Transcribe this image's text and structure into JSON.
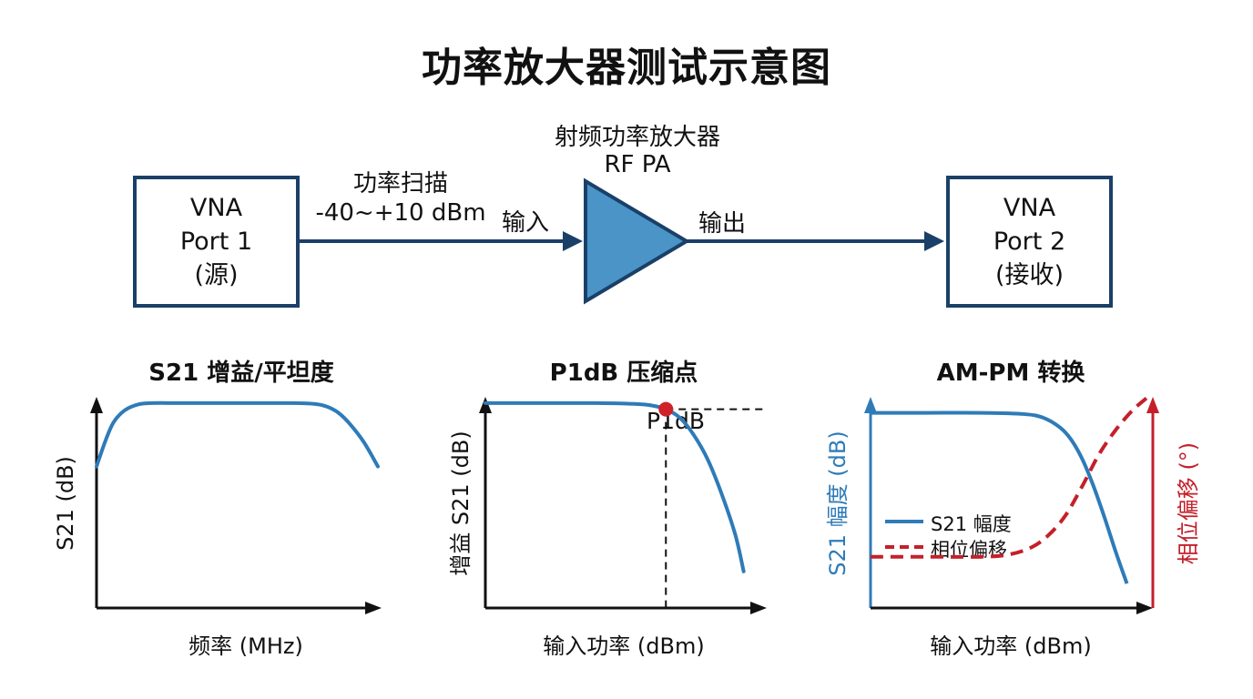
{
  "title": "功率放大器测试示意图",
  "colors": {
    "block_border": "#1a4068",
    "pa_fill": "#4a94c8",
    "curve_blue": "#2e7bb8",
    "phase_red": "#c4202a",
    "marker_red": "#d0202a",
    "axis": "#111111"
  },
  "diagram": {
    "source_block": {
      "line1": "VNA",
      "line2": "Port 1",
      "line3": "(源)"
    },
    "sweep_label": {
      "line1": "功率扫描",
      "line2": "-40~+10 dBm"
    },
    "input_label": "输入",
    "amplifier": {
      "line1": "射频功率放大器",
      "line2": "RF PA"
    },
    "output_label": "输出",
    "receiver_block": {
      "line1": "VNA",
      "line2": "Port 2",
      "line3": "(接收)"
    }
  },
  "chart_data": [
    {
      "type": "line",
      "title": "S21 增益/平坦度",
      "xlabel": "频率 (MHz)",
      "ylabel": "S21 (dB)",
      "xlim": [
        0,
        100
      ],
      "ylim": [
        0,
        100
      ],
      "grid": false,
      "series": [
        {
          "name": "S21",
          "x": [
            0,
            3,
            6,
            10,
            15,
            20,
            30,
            50,
            70,
            78,
            82,
            86,
            90,
            95,
            100
          ],
          "y": [
            58,
            68,
            76,
            81,
            83.5,
            84,
            84,
            84,
            84,
            83.6,
            82.5,
            80,
            75.5,
            68,
            58
          ]
        }
      ]
    },
    {
      "type": "line",
      "title": "P1dB 压缩点",
      "xlabel": "输入功率 (dBm)",
      "ylabel": "增益 S21 (dB)",
      "xlim": [
        0,
        100
      ],
      "ylim": [
        0,
        100
      ],
      "grid": false,
      "annotation": {
        "label": "P1dB",
        "x": 65,
        "y": 81.5
      },
      "series": [
        {
          "name": "增益 S21",
          "x": [
            0,
            20,
            40,
            55,
            60,
            65,
            70,
            75,
            80,
            85,
            90,
            93
          ],
          "y": [
            84,
            84,
            84,
            83.6,
            83,
            81.5,
            78,
            71,
            61,
            47,
            30,
            15
          ]
        }
      ]
    },
    {
      "type": "line",
      "title": "AM-PM 转换",
      "xlabel": "输入功率 (dBm)",
      "ylabel": "S21 幅度 (dB)",
      "ylabel_right": "相位偏移 (°)",
      "xlim": [
        0,
        100
      ],
      "ylim": [
        0,
        100
      ],
      "grid": false,
      "legend": "center-left",
      "series": [
        {
          "name": "S21 幅度",
          "style": "solid",
          "x": [
            0,
            20,
            40,
            55,
            62,
            68,
            72,
            76,
            80,
            84,
            88,
            92
          ],
          "y": [
            80,
            80,
            80,
            79.5,
            78,
            74,
            69,
            61,
            50,
            37,
            23,
            10
          ]
        },
        {
          "name": "相位偏移",
          "style": "dashed",
          "axis": "right",
          "x": [
            0,
            20,
            40,
            50,
            58,
            64,
            70,
            76,
            82,
            88,
            94,
            99
          ],
          "y": [
            21,
            21,
            21,
            22,
            25,
            30,
            38,
            50,
            63,
            73,
            81,
            86
          ]
        }
      ]
    }
  ]
}
